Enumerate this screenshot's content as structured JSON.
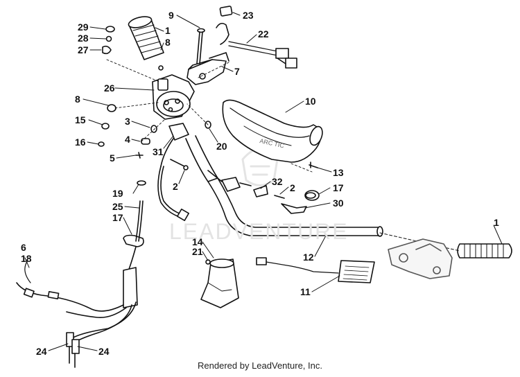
{
  "diagram": {
    "watermark": "LEADVENTURE",
    "footer": "Rendered by LeadVenture, Inc.",
    "callouts": {
      "c29": "29",
      "c28": "28",
      "c27": "27",
      "c1a": "1",
      "c8a": "8",
      "c9": "9",
      "c23": "23",
      "c22": "22",
      "c7": "7",
      "c26": "26",
      "c8b": "8",
      "c15": "15",
      "c16": "16",
      "c3": "3",
      "c4": "4",
      "c5": "5",
      "c31": "31",
      "c10": "10",
      "c20": "20",
      "c13": "13",
      "c2a": "2",
      "c19": "19",
      "c25": "25",
      "c17a": "17",
      "c32": "32",
      "c2b": "2",
      "c17b": "17",
      "c30": "30",
      "c1b": "1",
      "c6": "6",
      "c18": "18",
      "c14": "14",
      "c21": "21",
      "c12": "12",
      "c11": "11",
      "c24a": "24",
      "c24b": "24"
    }
  }
}
